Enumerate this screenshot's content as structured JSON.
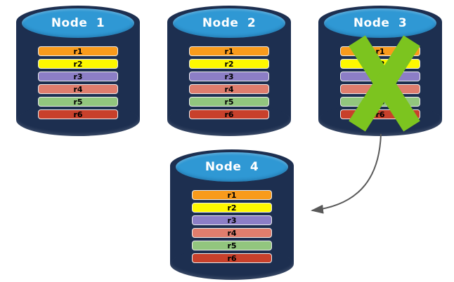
{
  "colors": {
    "cylinder_body": "#1D2F50",
    "cylinder_face": "#2F98D4",
    "row_border": "#ECECEC",
    "row_text": "#000000",
    "node_label_text": "#FFFFFF",
    "cross": "#7CC41F",
    "arrow": "#595959"
  },
  "nodes": [
    {
      "label": "Node 1",
      "rows": [
        {
          "label": "r1",
          "color": "#F99B1C"
        },
        {
          "label": "r2",
          "color": "#FEF800"
        },
        {
          "label": "r3",
          "color": "#8C7EC6"
        },
        {
          "label": "r4",
          "color": "#DF7D6D"
        },
        {
          "label": "r5",
          "color": "#92C67E"
        },
        {
          "label": "r6",
          "color": "#C8402B"
        }
      ]
    },
    {
      "label": "Node 2",
      "rows": [
        {
          "label": "r1",
          "color": "#F99B1C"
        },
        {
          "label": "r2",
          "color": "#FEF800"
        },
        {
          "label": "r3",
          "color": "#8C7EC6"
        },
        {
          "label": "r4",
          "color": "#DF7D6D"
        },
        {
          "label": "r5",
          "color": "#92C67E"
        },
        {
          "label": "r6",
          "color": "#C8402B"
        }
      ]
    },
    {
      "label": "Node 3",
      "crossed_out": true,
      "rows": [
        {
          "label": "r1",
          "color": "#F99B1C"
        },
        {
          "label": "r2",
          "color": "#FEF800"
        },
        {
          "label": "r3",
          "color": "#8C7EC6"
        },
        {
          "label": "r4",
          "color": "#DF7D6D"
        },
        {
          "label": "r5",
          "color": "#92C67E"
        },
        {
          "label": "r6",
          "color": "#C8402B"
        }
      ]
    },
    {
      "label": "Node 4",
      "rows": [
        {
          "label": "r1",
          "color": "#F99B1C"
        },
        {
          "label": "r2",
          "color": "#FEF800"
        },
        {
          "label": "r3",
          "color": "#8C7EC6"
        },
        {
          "label": "r4",
          "color": "#DF7D6D"
        },
        {
          "label": "r5",
          "color": "#92C67E"
        },
        {
          "label": "r6",
          "color": "#C8402B"
        }
      ]
    }
  ],
  "arrow": {
    "from": "Node 3",
    "to": "Node 4"
  }
}
